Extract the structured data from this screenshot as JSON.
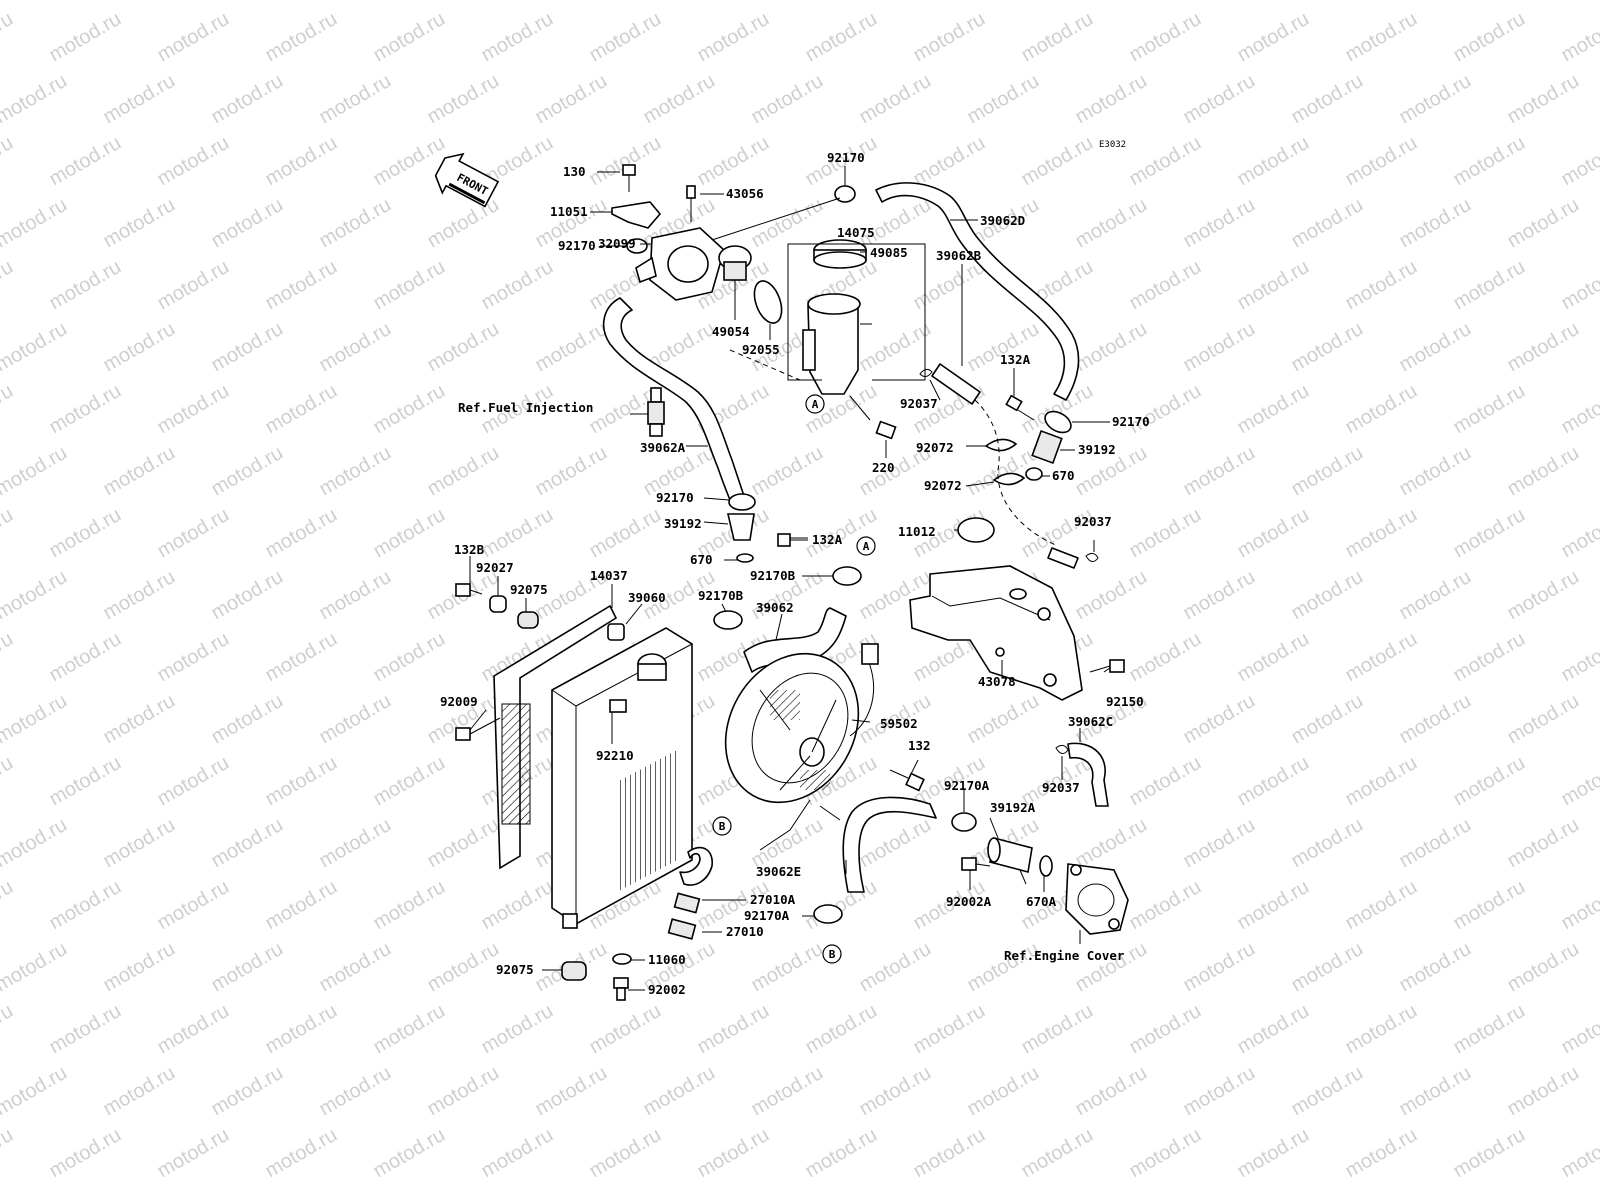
{
  "diagram_code": "E3032",
  "front_label": "FRONT",
  "watermark_text": "motod.ru",
  "references": {
    "fuel_injection": "Ref.Fuel Injection",
    "engine_cover": "Ref.Engine Cover"
  },
  "callouts": {
    "a": "A",
    "b": "B"
  },
  "parts": [
    {
      "id": "130",
      "label": "130"
    },
    {
      "id": "43056",
      "label": "43056"
    },
    {
      "id": "11051",
      "label": "11051"
    },
    {
      "id": "32099",
      "label": "32099"
    },
    {
      "id": "92170-top",
      "label": "92170"
    },
    {
      "id": "39062D",
      "label": "39062D"
    },
    {
      "id": "14075",
      "label": "14075"
    },
    {
      "id": "49085",
      "label": "49085"
    },
    {
      "id": "92170-left",
      "label": "92170"
    },
    {
      "id": "49054",
      "label": "49054"
    },
    {
      "id": "92055",
      "label": "92055"
    },
    {
      "id": "39062B",
      "label": "39062B"
    },
    {
      "id": "132A-top",
      "label": "132A"
    },
    {
      "id": "92037-top",
      "label": "92037"
    },
    {
      "id": "92170-right",
      "label": "92170"
    },
    {
      "id": "39062A",
      "label": "39062A"
    },
    {
      "id": "220",
      "label": "220"
    },
    {
      "id": "92072-a",
      "label": "92072"
    },
    {
      "id": "39192-right",
      "label": "39192"
    },
    {
      "id": "670-right",
      "label": "670"
    },
    {
      "id": "92072-b",
      "label": "92072"
    },
    {
      "id": "92170-mid",
      "label": "92170"
    },
    {
      "id": "39192-mid",
      "label": "39192"
    },
    {
      "id": "132A-mid",
      "label": "132A"
    },
    {
      "id": "11012",
      "label": "11012"
    },
    {
      "id": "92037-mid",
      "label": "92037"
    },
    {
      "id": "670-mid",
      "label": "670"
    },
    {
      "id": "92170B-a",
      "label": "92170B"
    },
    {
      "id": "132B",
      "label": "132B"
    },
    {
      "id": "92027",
      "label": "92027"
    },
    {
      "id": "92075-top",
      "label": "92075"
    },
    {
      "id": "14037",
      "label": "14037"
    },
    {
      "id": "39060",
      "label": "39060"
    },
    {
      "id": "92170B-b",
      "label": "92170B"
    },
    {
      "id": "39062",
      "label": "39062"
    },
    {
      "id": "92150",
      "label": "92150"
    },
    {
      "id": "43078",
      "label": "43078"
    },
    {
      "id": "92009",
      "label": "92009"
    },
    {
      "id": "59502",
      "label": "59502"
    },
    {
      "id": "39062C",
      "label": "39062C"
    },
    {
      "id": "92210",
      "label": "92210"
    },
    {
      "id": "132",
      "label": "132"
    },
    {
      "id": "92170A-a",
      "label": "92170A"
    },
    {
      "id": "92037-low",
      "label": "92037"
    },
    {
      "id": "39192A",
      "label": "39192A"
    },
    {
      "id": "39062E",
      "label": "39062E"
    },
    {
      "id": "92002A",
      "label": "92002A"
    },
    {
      "id": "670A",
      "label": "670A"
    },
    {
      "id": "27010A",
      "label": "27010A"
    },
    {
      "id": "92170A-b",
      "label": "92170A"
    },
    {
      "id": "27010",
      "label": "27010"
    },
    {
      "id": "11060",
      "label": "11060"
    },
    {
      "id": "92075-low",
      "label": "92075"
    },
    {
      "id": "92002",
      "label": "92002"
    }
  ]
}
